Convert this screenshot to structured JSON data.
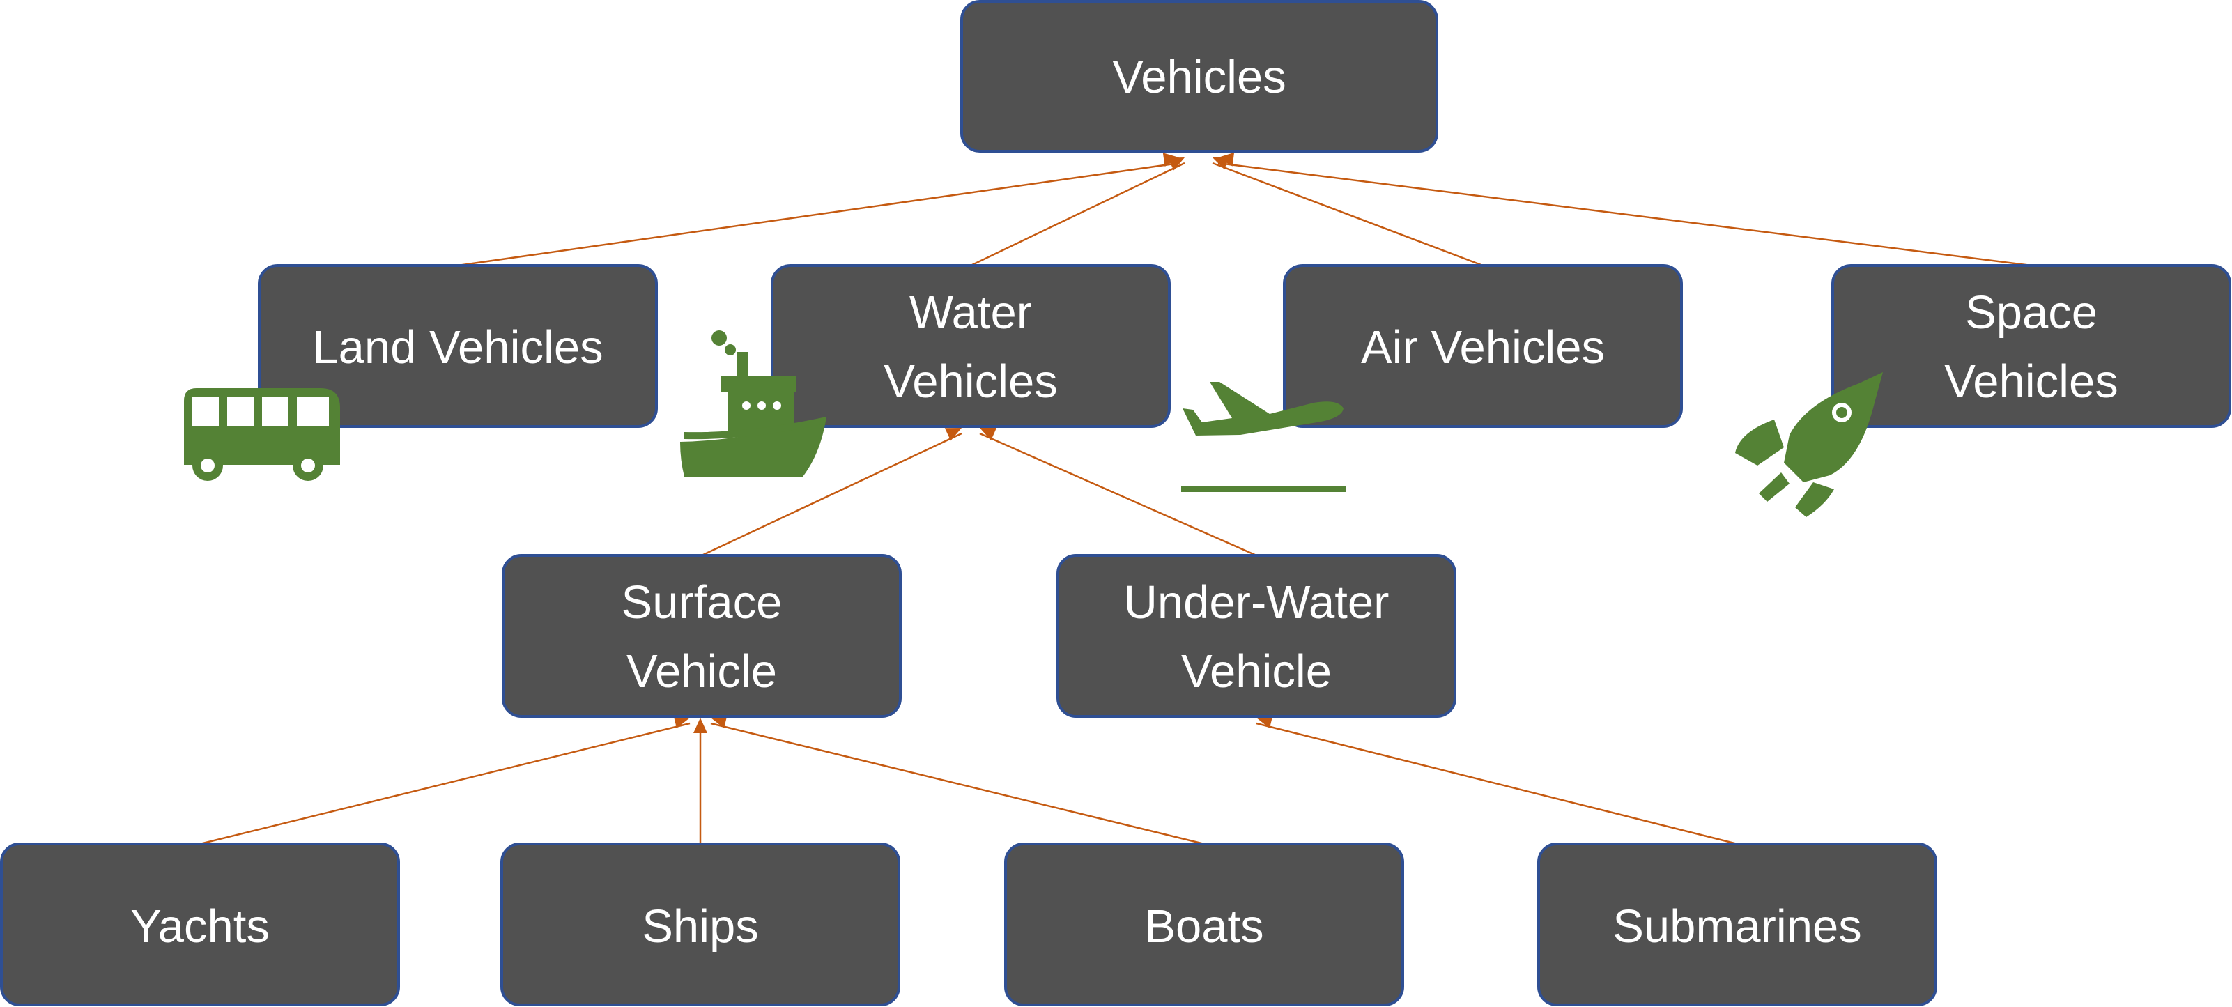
{
  "nodes": {
    "vehicles": {
      "line1": "Vehicles",
      "line2": ""
    },
    "land": {
      "line1": "Land Vehicles",
      "line2": ""
    },
    "water": {
      "line1": "Water",
      "line2": "Vehicles"
    },
    "air": {
      "line1": "Air Vehicles",
      "line2": ""
    },
    "space": {
      "line1": "Space",
      "line2": "Vehicles"
    },
    "surface": {
      "line1": "Surface",
      "line2": "Vehicle"
    },
    "underwater": {
      "line1": "Under-Water",
      "line2": "Vehicle"
    },
    "yachts": {
      "line1": "Yachts",
      "line2": ""
    },
    "ships": {
      "line1": "Ships",
      "line2": ""
    },
    "boats": {
      "line1": "Boats",
      "line2": ""
    },
    "submarines": {
      "line1": "Submarines",
      "line2": ""
    }
  },
  "edges": [
    {
      "from": "land",
      "to": "vehicles"
    },
    {
      "from": "water",
      "to": "vehicles"
    },
    {
      "from": "air",
      "to": "vehicles"
    },
    {
      "from": "space",
      "to": "vehicles"
    },
    {
      "from": "surface",
      "to": "water"
    },
    {
      "from": "underwater",
      "to": "water"
    },
    {
      "from": "yachts",
      "to": "surface"
    },
    {
      "from": "ships",
      "to": "surface"
    },
    {
      "from": "boats",
      "to": "surface"
    },
    {
      "from": "submarines",
      "to": "underwater"
    }
  ],
  "icons": {
    "land": "bus-icon",
    "water": "ship-icon",
    "air": "airplane-takeoff-icon",
    "space": "rocket-icon"
  },
  "colors": {
    "node_fill": "#515151",
    "node_border": "#2f4f93",
    "connector": "#c55a11",
    "icon": "#548235",
    "text": "#ffffff"
  }
}
